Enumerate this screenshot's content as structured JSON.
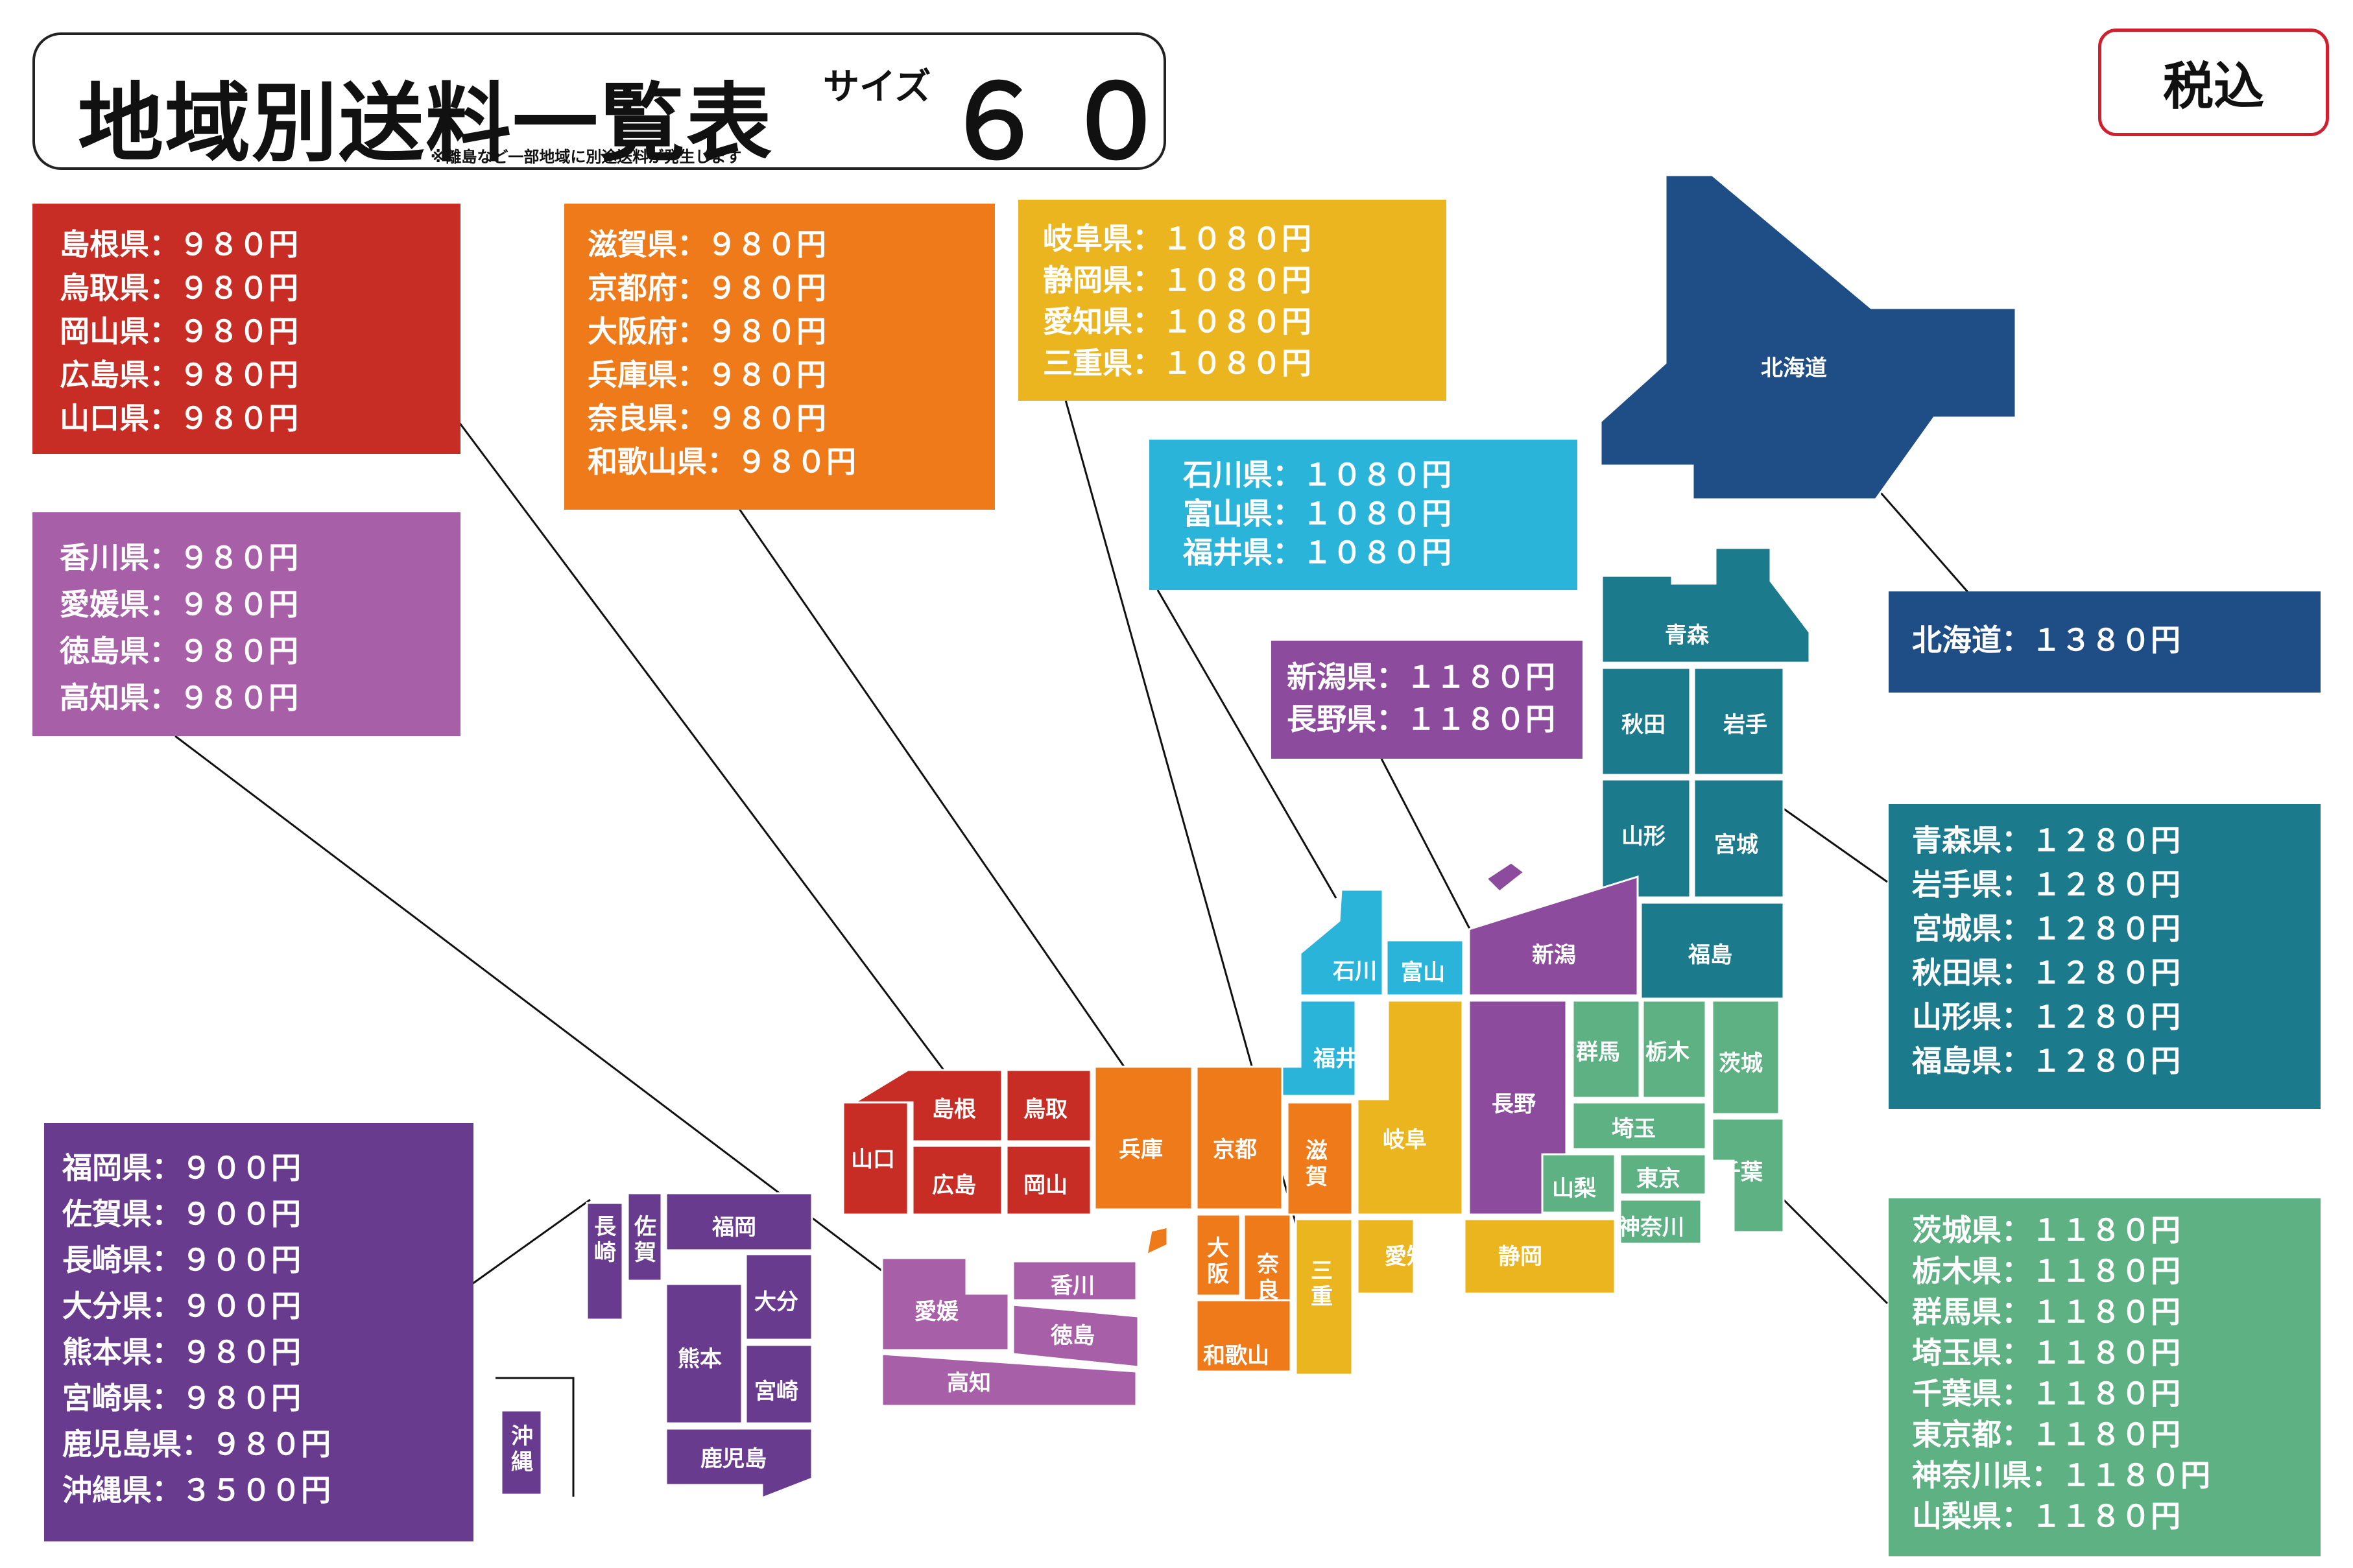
{
  "header": {
    "title": "地域別送料一覧表",
    "size_label": "サイズ",
    "size_value": "６０",
    "note": "※離島など一部地域に別途送料が発生します",
    "tax_badge": "税込"
  },
  "colors": {
    "chugoku": "#c72c25",
    "kinki": "#ef7a1a",
    "tokai": "#ebb51f",
    "hokuriku": "#2bb4da",
    "shinetsu": "#8c4b9c",
    "shikoku": "#a75fa8",
    "kyushu": "#683b8e",
    "hokkaido": "#1f4d86",
    "tohoku": "#1b7a8c",
    "kanto": "#5db183"
  },
  "price_boxes": {
    "chugoku": [
      "島根県：９８０円",
      "鳥取県：９８０円",
      "岡山県：９８０円",
      "広島県：９８０円",
      "山口県：９８０円"
    ],
    "kinki": [
      "滋賀県：９８０円",
      "京都府：９８０円",
      "大阪府：９８０円",
      "兵庫県：９８０円",
      "奈良県：９８０円",
      "和歌山県：９８０円"
    ],
    "tokai": [
      "岐阜県：１０８０円",
      "静岡県：１０８０円",
      "愛知県：１０８０円",
      "三重県：１０８０円"
    ],
    "hokuriku": [
      "石川県：１０８０円",
      "富山県：１０８０円",
      "福井県：１０８０円"
    ],
    "shinetsu": [
      "新潟県：１１８０円",
      "長野県：１１８０円"
    ],
    "shikoku": [
      "香川県：９８０円",
      "愛媛県：９８０円",
      "徳島県：９８０円",
      "高知県：９８０円"
    ],
    "kyushu": [
      "福岡県：９００円",
      "佐賀県：９００円",
      "長崎県：９００円",
      "大分県：９００円",
      "熊本県：９８０円",
      "宮崎県：９８０円",
      "鹿児島県：９８０円",
      "沖縄県：３５００円"
    ],
    "hokkaido": [
      "北海道：１３８０円"
    ],
    "tohoku": [
      "青森県：１２８０円",
      "岩手県：１２８０円",
      "宮城県：１２８０円",
      "秋田県：１２８０円",
      "山形県：１２８０円",
      "福島県：１２８０円"
    ],
    "kanto": [
      "茨城県：１１８０円",
      "栃木県：１１８０円",
      "群馬県：１１８０円",
      "埼玉県：１１８０円",
      "千葉県：１１８０円",
      "東京都：１１８０円",
      "神奈川県：１１８０円",
      "山梨県：１１８０円"
    ]
  },
  "map_labels": {
    "hokkaido": "北海道",
    "aomori": "青森",
    "akita": "秋田",
    "iwate": "岩手",
    "yamagata": "山形",
    "miyagi": "宮城",
    "fukushima": "福島",
    "niigata": "新潟",
    "ishikawa": "石川",
    "toyama": "富山",
    "fukui": "福井",
    "nagano": "長野",
    "gifu": "岐阜",
    "aichi": "愛知",
    "shizuoka": "静岡",
    "mie": "三重",
    "gunma": "群馬",
    "tochigi": "栃木",
    "ibaraki": "茨城",
    "saitama": "埼玉",
    "chiba": "千葉",
    "tokyo": "東京",
    "yamanashi": "山梨",
    "kanagawa": "神奈川",
    "shiga": "滋賀",
    "kyoto": "京都",
    "osaka": "大阪",
    "nara": "奈良",
    "hyogo": "兵庫",
    "wakayama": "和歌山",
    "shimane": "島根",
    "tottori": "鳥取",
    "okayama": "岡山",
    "hiroshima": "広島",
    "yamaguchi": "山口",
    "kagawa": "香川",
    "ehime": "愛媛",
    "tokushima": "徳島",
    "kochi": "高知",
    "fukuoka": "福岡",
    "saga": "佐賀",
    "nagasaki": "長崎",
    "oita": "大分",
    "kumamoto": "熊本",
    "miyazaki": "宮崎",
    "kagoshima": "鹿児島",
    "okinawa": "沖縄"
  }
}
